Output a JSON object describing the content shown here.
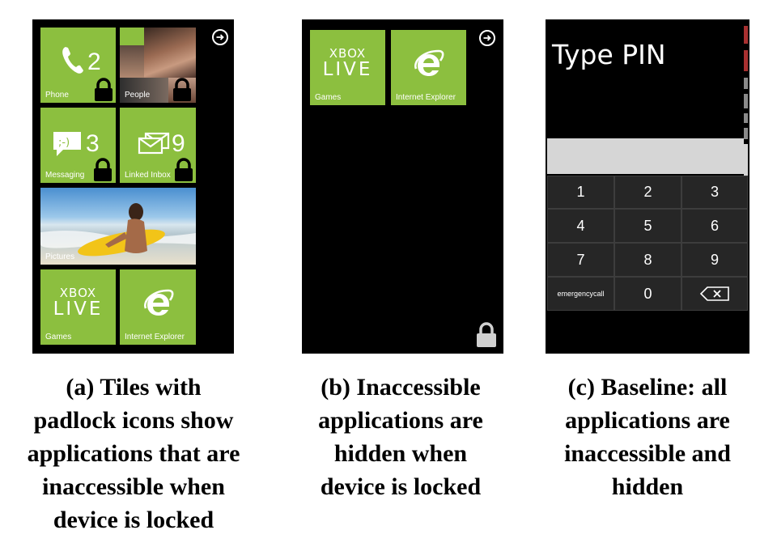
{
  "panel_a": {
    "tiles": {
      "phone": {
        "label": "Phone",
        "count": "2",
        "icon": "phone-icon",
        "locked": true
      },
      "people": {
        "label": "People",
        "icon": "people-photos",
        "locked": true
      },
      "messaging": {
        "label": "Messaging",
        "count": "3",
        "icon": "smiley-bubble-icon",
        "locked": true
      },
      "linked_inbox": {
        "label": "Linked Inbox",
        "count": "9",
        "icon": "envelopes-icon",
        "locked": true
      },
      "pictures": {
        "label": "Pictures",
        "icon": "beach-photo",
        "locked": false
      },
      "xbox": {
        "label": "Games",
        "logo_top": "XBOX",
        "logo_bottom": "LIVE",
        "locked": false
      },
      "ie": {
        "label": "Internet Explorer",
        "icon": "internet-explorer-icon",
        "locked": false
      }
    },
    "arrow_icon": "arrow-right-circle-icon"
  },
  "panel_b": {
    "tiles": {
      "xbox": {
        "label": "Games",
        "logo_top": "XBOX",
        "logo_bottom": "LIVE"
      },
      "ie": {
        "label": "Internet Explorer",
        "icon": "internet-explorer-icon"
      }
    },
    "arrow_icon": "arrow-right-circle-icon",
    "lock_icon": "padlock-icon"
  },
  "panel_c": {
    "title": "Type PIN",
    "keys": [
      "1",
      "2",
      "3",
      "4",
      "5",
      "6",
      "7",
      "8",
      "9",
      "emergencycall",
      "0"
    ],
    "backspace_icon": "backspace-icon"
  },
  "captions": {
    "a": [
      "(a) Tiles with",
      "padlock icons show",
      "applications that are",
      "inaccessible when",
      "device is locked"
    ],
    "b": [
      "(b) Inaccessible",
      "applications are",
      "hidden when",
      "device is locked"
    ],
    "c": [
      "(c) Baseline: all",
      "applications are",
      "inaccessible and",
      "hidden"
    ]
  },
  "colors": {
    "tile_green": "#8cbf3f",
    "background": "#000000",
    "key": "#262626",
    "pin_field": "#d6d6d6"
  }
}
